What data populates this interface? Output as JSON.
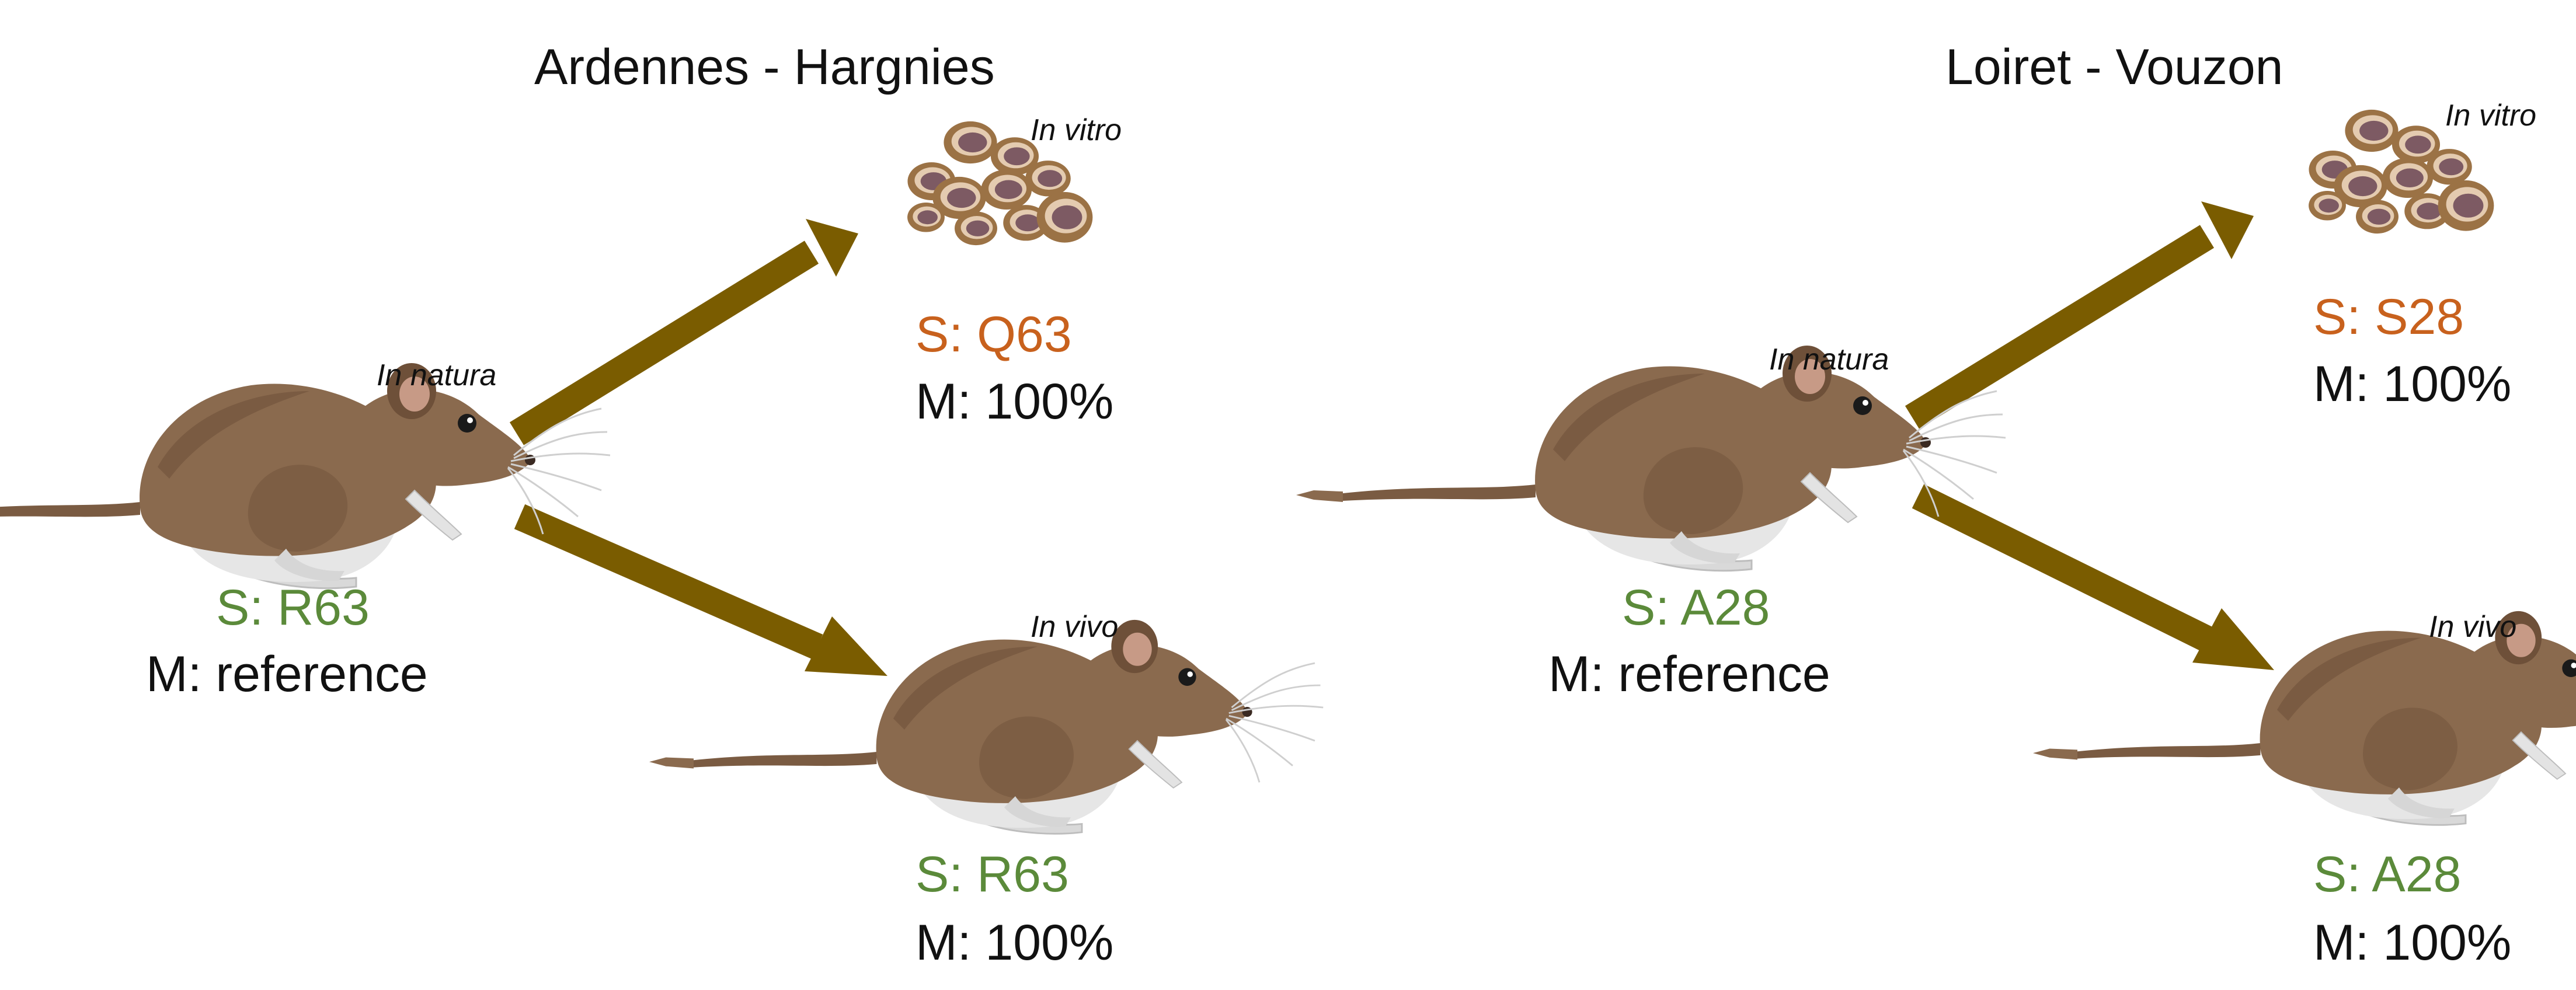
{
  "colors": {
    "arrow": "#7a5c00",
    "seq_green": "#5b8a3a",
    "seq_orange": "#c8611d",
    "text": "#111111",
    "vole_body": "#8a6a4e",
    "vole_belly": "#e6e6e6",
    "cell_outer": "#9b7245",
    "cell_inner": "#7d5a63"
  },
  "panels": [
    {
      "title": "Ardennes - Hargnies",
      "source": {
        "stage": "In natura",
        "s": "S: R63",
        "m": "M: reference"
      },
      "in_vitro": {
        "stage": "In vitro",
        "s": "S: Q63",
        "m": "M: 100%"
      },
      "in_vivo": {
        "stage": "In vivo",
        "s": "S: R63",
        "m": "M: 100%"
      }
    },
    {
      "title": "Loiret - Vouzon",
      "source": {
        "stage": "In natura",
        "s": "S: A28",
        "m": "M: reference"
      },
      "in_vitro": {
        "stage": "In vitro",
        "s": "S: S28",
        "m": "M: 100%"
      },
      "in_vivo": {
        "stage": "In vivo",
        "s": "S: A28",
        "m": "M: 100%"
      }
    }
  ]
}
